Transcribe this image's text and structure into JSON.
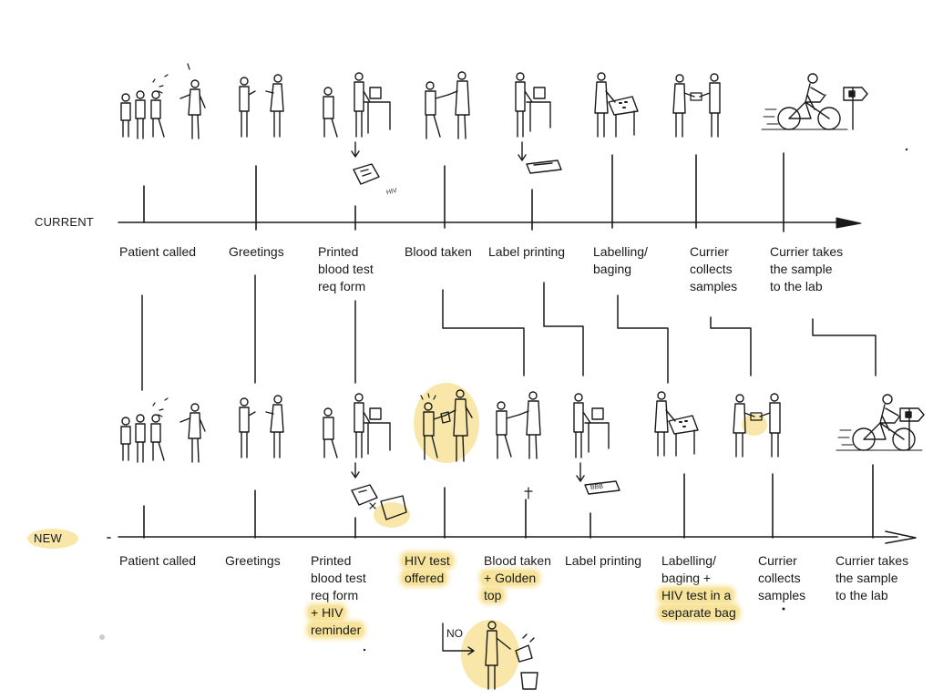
{
  "diagram": {
    "current": {
      "row_label": "CURRENT",
      "steps": [
        {
          "lines": [
            "Patient called"
          ]
        },
        {
          "lines": [
            "Greetings"
          ]
        },
        {
          "lines": [
            "Printed",
            "blood test",
            "req form"
          ]
        },
        {
          "lines": [
            "Blood taken"
          ]
        },
        {
          "lines": [
            "Label printing"
          ]
        },
        {
          "lines": [
            "Labelling/",
            "baging"
          ]
        },
        {
          "lines": [
            "Currier",
            "collects",
            "samples"
          ]
        },
        {
          "lines": [
            "Currier takes",
            "the sample",
            "to the lab"
          ]
        }
      ]
    },
    "new": {
      "row_label": "NEW",
      "steps": [
        {
          "lines": [
            "Patient called"
          ],
          "highlight": []
        },
        {
          "lines": [
            "Greetings"
          ],
          "highlight": []
        },
        {
          "lines": [
            "Printed",
            "blood test",
            "req form",
            "+ HIV",
            "reminder"
          ],
          "highlight": [
            3,
            4
          ]
        },
        {
          "lines": [
            "HIV test",
            "offered"
          ],
          "highlight": [
            0,
            1
          ]
        },
        {
          "lines": [
            "Blood taken",
            "+ Golden",
            "top"
          ],
          "highlight": [
            1,
            2
          ]
        },
        {
          "lines": [
            "Label printing"
          ],
          "highlight": []
        },
        {
          "lines": [
            "Labelling/",
            "baging +",
            "HIV test in a",
            "separate bag"
          ],
          "highlight": [
            2,
            3
          ]
        },
        {
          "lines": [
            "Currier",
            "collects",
            "samples"
          ],
          "highlight": []
        },
        {
          "lines": [
            "Currier takes",
            "the sample",
            "to the lab"
          ],
          "highlight": []
        }
      ]
    },
    "sketch_text": {
      "no_sign": "NO",
      "form_badge": "HIV",
      "label_sheet": "BBB"
    },
    "colors": {
      "ink": "#1a1a1a",
      "highlight": "#f7e39a"
    },
    "icons": [
      "people-waiting-sketch",
      "greeting-sketch",
      "desk-printer-sketch",
      "handshake-sketch",
      "label-printer-sketch",
      "bagging-table-sketch",
      "courier-handover-sketch",
      "bicycle-courier-sketch",
      "hiv-refusal-bin-sketch"
    ]
  }
}
